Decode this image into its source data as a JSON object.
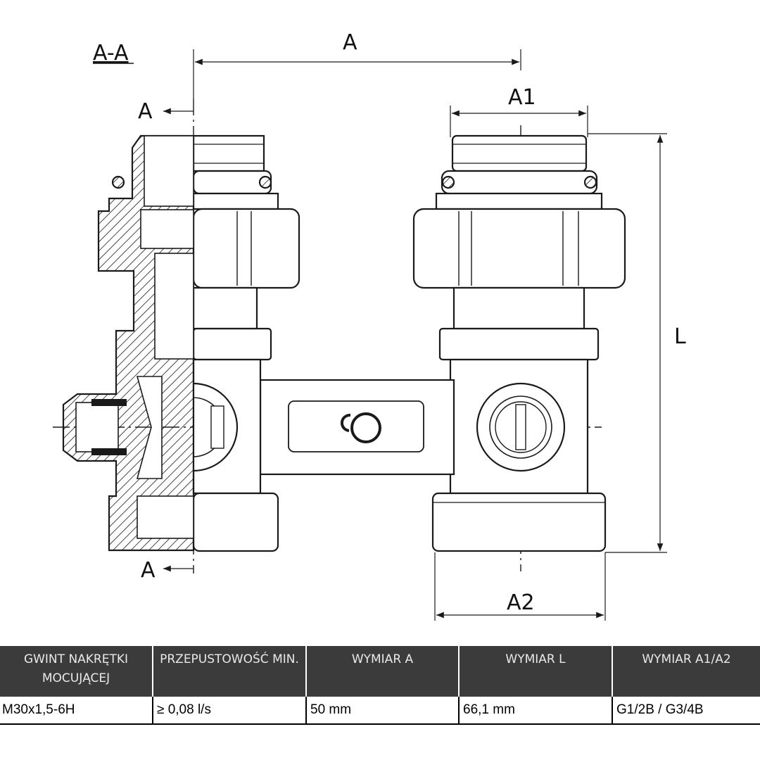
{
  "drawing": {
    "section_label": "A-A",
    "dim_a": "A",
    "dim_a1": "A1",
    "dim_a2": "A2",
    "dim_l": "L",
    "section_mark_top": "A",
    "section_mark_bottom": "A",
    "colors": {
      "line": "#1a1a1a",
      "background": "#ffffff"
    }
  },
  "table": {
    "headers": [
      "GWINT NAKRĘTKI MOCUJĄCEJ",
      "PRZEPUSTOWOŚĆ MIN.",
      "WYMIAR A",
      "WYMIAR L",
      "WYMIAR A1/A2"
    ],
    "rows": [
      [
        "M30x1,5-6H",
        "≥ 0,08 l/s",
        "50 mm",
        "66,1 mm",
        "G1/2B / G3/4B"
      ]
    ],
    "colors": {
      "header_bg": "#3b3b3b",
      "header_text": "#e9e9e9"
    }
  }
}
